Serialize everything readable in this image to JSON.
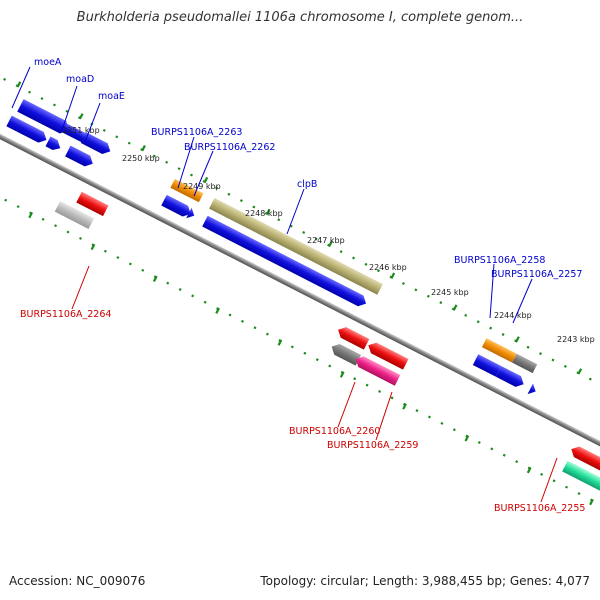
{
  "title": "Burkholderia pseudomallei 1106a chromosome I, complete genom...",
  "footer": {
    "accession": "Accession: NC_009076",
    "topology": "Topology: circular; Length: 3,988,455 bp; Genes: 4,077"
  },
  "colors": {
    "forward_label": "#0000cc",
    "reverse_label": "#cc0000",
    "backbone": "#808080",
    "tick": "#1a8a1a",
    "blue": "#1010dd",
    "orange": "#f08c00",
    "olive": "#b8b070",
    "red": "#ee1010",
    "grey": "#777777",
    "light_grey": "#bbbbbb",
    "magenta": "#ee2288",
    "green": "#22dd99"
  },
  "ticks": [
    "2251 kbp",
    "2250 kbp",
    "2249 kbp",
    "2248 kbp",
    "2247 kbp",
    "2246 kbp",
    "2245 kbp",
    "2244 kbp",
    "2243 kbp"
  ],
  "forward_labels": [
    "moeA",
    "moaD",
    "moaE",
    "BURPS1106A_2263",
    "BURPS1106A_2262",
    "clpB",
    "BURPS1106A_2258",
    "BURPS1106A_2257"
  ],
  "reverse_labels": [
    "BURPS1106A_2264",
    "BURPS1106A_2260",
    "BURPS1106A_2259",
    "BURPS1106A_2255"
  ]
}
